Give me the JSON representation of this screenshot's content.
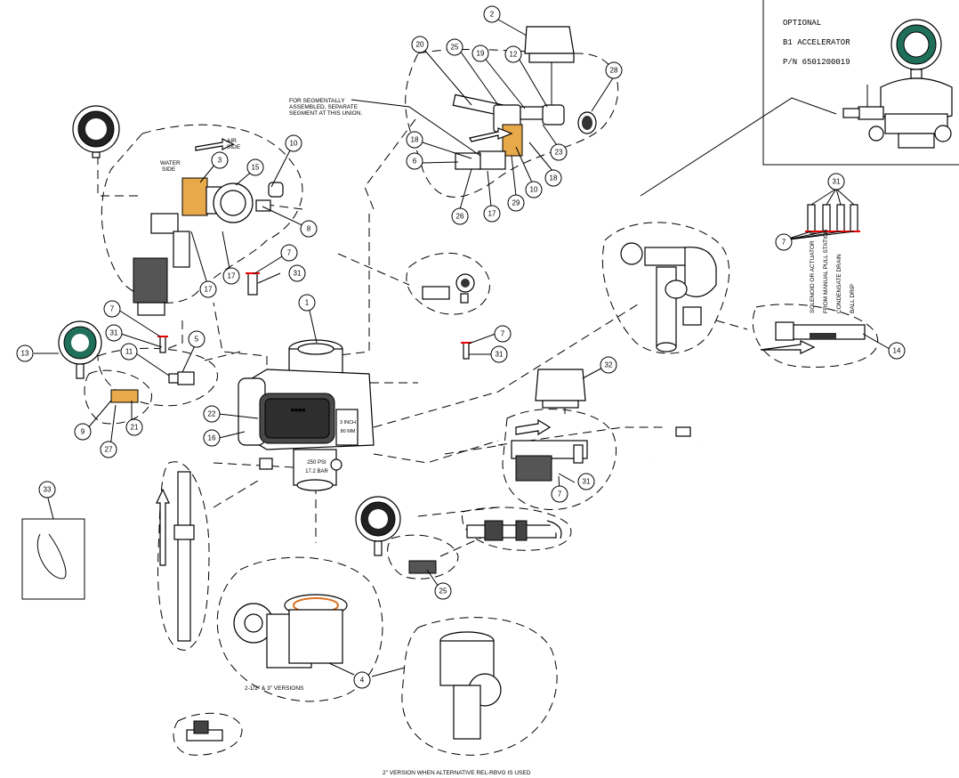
{
  "optional_box": {
    "line1": "OPTIONAL",
    "line2": "B1 ACCELERATOR",
    "line3": "P/N 6501200019"
  },
  "notes": {
    "segment_note_1": "FOR SEGMENTALLY",
    "segment_note_2": "ASSEMBLED, SEPARATE",
    "segment_note_3": "SEGMENT AT THIS UNION.",
    "air_side_1": "AIR",
    "air_side_2": "SIDE",
    "water_side_1": "WATER",
    "water_side_2": "SIDE",
    "versions": "2-1/2\" & 3\" VERSIONS",
    "alt_version": "2\" VERSION WHEN ALTERNATIVE REL-RBVG IS USED"
  },
  "valve_markings": {
    "size_in": "3 INCH",
    "size_mm": "80 MM",
    "psi": "250 PSI",
    "bar": "17.2 BAR"
  },
  "manifold_labels": [
    "SOLENOID OR ACTUATOR",
    "FROM MANUAL PULL STATION",
    "CONDENSATE DRAIN",
    "BALL DRIP"
  ],
  "balloons": [
    "2",
    "20",
    "25",
    "19",
    "12",
    "28",
    "18",
    "6",
    "26",
    "17",
    "29",
    "10",
    "18",
    "23",
    "10",
    "3",
    "15",
    "8",
    "17",
    "17",
    "7",
    "31",
    "1",
    "7",
    "31",
    "5",
    "11",
    "13",
    "9",
    "27",
    "21",
    "22",
    "16",
    "7",
    "31",
    "32",
    "31",
    "7",
    "14",
    "33",
    "25",
    "4"
  ]
}
